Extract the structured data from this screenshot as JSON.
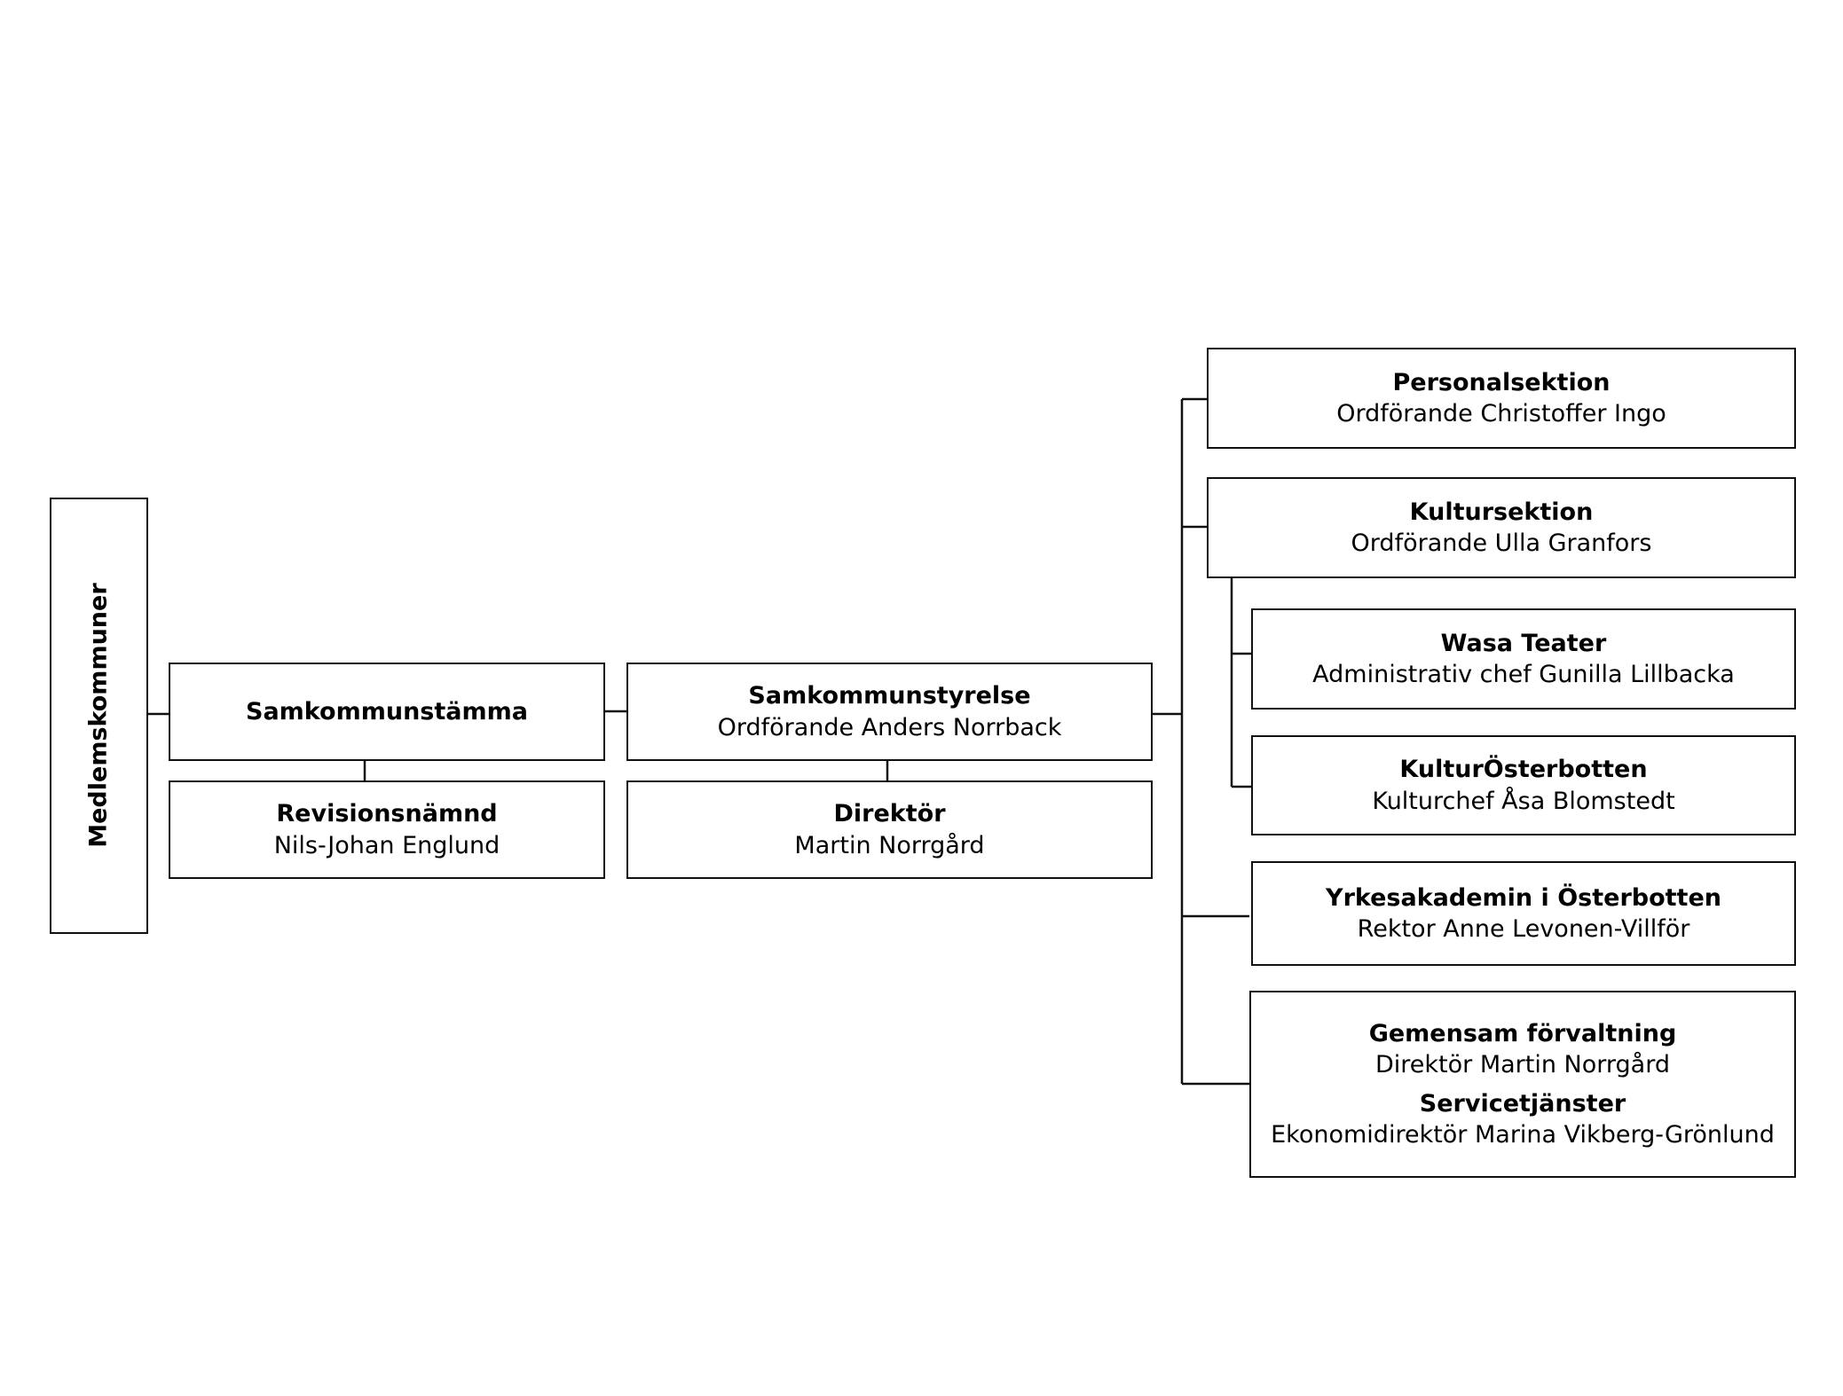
{
  "diagram": {
    "root": {
      "title": "Medlemskommuner"
    },
    "samkommunstamma": {
      "title": "Samkommunstämma"
    },
    "revisionsnamnd": {
      "title": "Revisionsnämnd",
      "subtitle": "Nils-Johan Englund"
    },
    "samkommunstyrelse": {
      "title": "Samkommunstyrelse",
      "subtitle": "Ordförande Anders Norrback"
    },
    "direktor": {
      "title": "Direktör",
      "subtitle": "Martin Norrgård"
    },
    "personalsektion": {
      "title": "Personalsektion",
      "subtitle": "Ordförande Christoffer Ingo"
    },
    "kultursektion": {
      "title": "Kultursektion",
      "subtitle": "Ordförande Ulla Granfors"
    },
    "wasa_teater": {
      "title": "Wasa Teater",
      "subtitle": "Administrativ chef Gunilla Lillbacka"
    },
    "kulturosterbotten": {
      "title": "KulturÖsterbotten",
      "subtitle": "Kulturchef Åsa Blomstedt"
    },
    "yrkesakademin": {
      "title": "Yrkesakademin i Österbotten",
      "subtitle": "Rektor Anne Levonen-Villför"
    },
    "gemensam": {
      "title": "Gemensam förvaltning",
      "subtitle": "Direktör Martin Norrgård",
      "title2": "Servicetjänster",
      "subtitle2": "Ekonomidirektör Marina Vikberg-Grönlund"
    }
  },
  "colors": {
    "stroke": "#111111",
    "background": "#ffffff"
  }
}
